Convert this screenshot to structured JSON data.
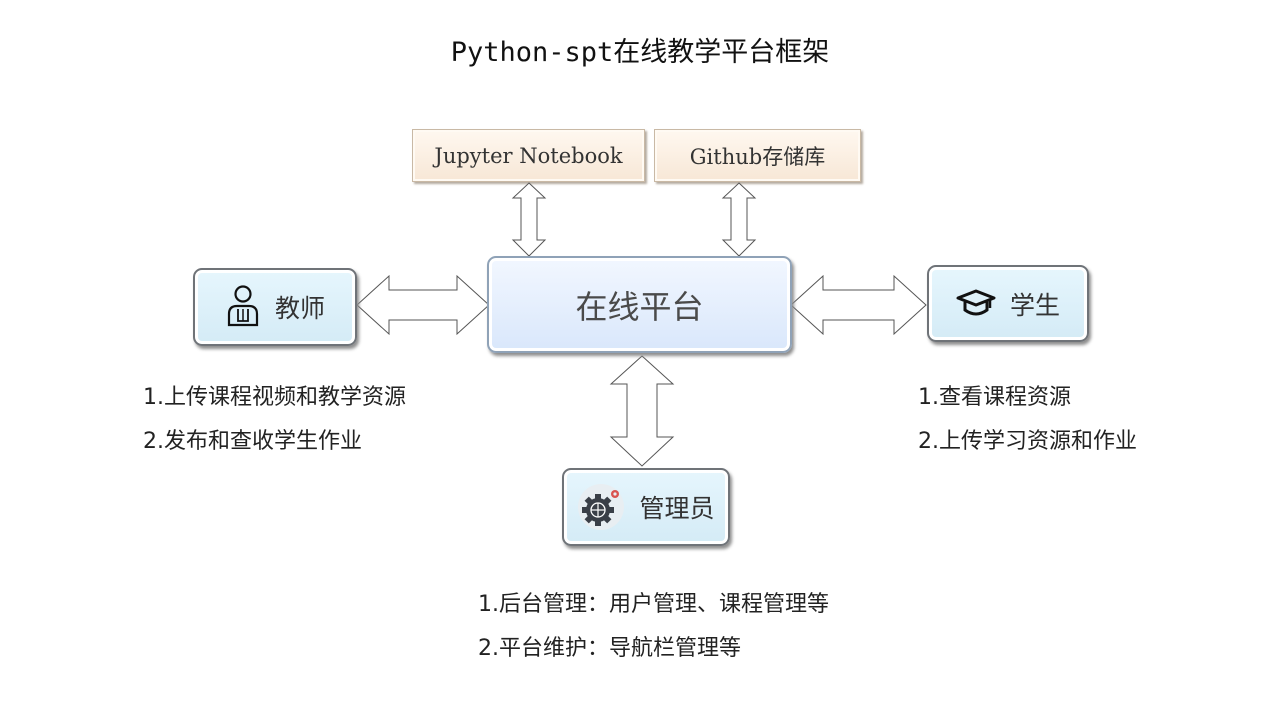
{
  "title": "Python-spt在线教学平台框架",
  "top_boxes": [
    {
      "label": "Jupyter Notebook"
    },
    {
      "label": "Github存储库"
    }
  ],
  "center": {
    "label": "在线平台"
  },
  "teacher": {
    "label": "教师",
    "icon": "teacher-icon",
    "tasks": [
      "1.上传课程视频和教学资源",
      "2.发布和查收学生作业"
    ]
  },
  "student": {
    "label": "学生",
    "icon": "graduation-cap-icon",
    "tasks": [
      "1.查看课程资源",
      "2.上传学习资源和作业"
    ]
  },
  "admin": {
    "label": "管理员",
    "icon": "gear-settings-icon",
    "tasks": [
      "1.后台管理：用户管理、课程管理等",
      "2.平台维护：导航栏管理等"
    ]
  }
}
